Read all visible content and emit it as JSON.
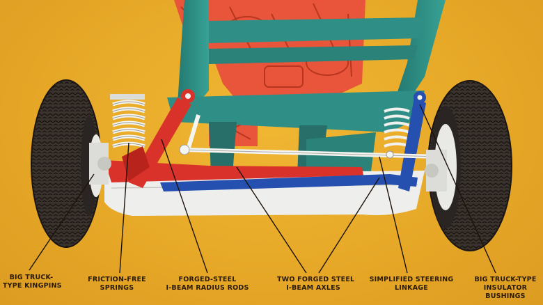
{
  "callouts": [
    {
      "id": "kingpins",
      "lines": [
        "BIG TRUCK-",
        "TYPE KINGPINS"
      ]
    },
    {
      "id": "springs",
      "lines": [
        "FRICTION-FREE",
        "SPRINGS"
      ]
    },
    {
      "id": "radius-rods",
      "lines": [
        "FORGED-STEEL",
        "I-BEAM RADIUS RODS"
      ]
    },
    {
      "id": "axles",
      "lines": [
        "TWO FORGED STEEL",
        "I-BEAM AXLES"
      ]
    },
    {
      "id": "steering",
      "lines": [
        "SIMPLIFIED STEERING",
        "LINKAGE"
      ]
    },
    {
      "id": "bushings",
      "lines": [
        "BIG TRUCK-TYPE",
        "INSULATOR",
        "BUSHINGS"
      ]
    }
  ],
  "colors": {
    "background": "#e8ad2c",
    "frame": "#2f8f86",
    "engine": "#e8553a",
    "red_beam": "#d8322a",
    "blue_beam": "#2550b0",
    "tire": "#2a2422",
    "hub": "#e9e9e6"
  }
}
